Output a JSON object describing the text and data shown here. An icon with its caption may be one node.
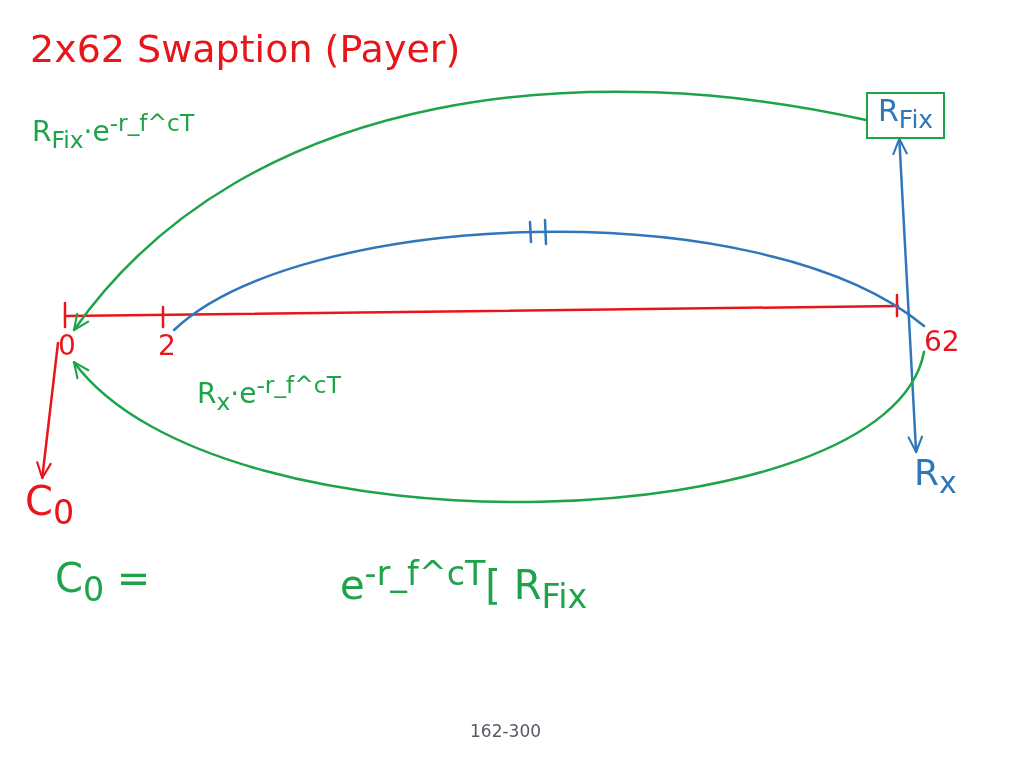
{
  "diagram": {
    "title": "2x62 Swaption (Payer)",
    "nodes": [
      {
        "text": [
          "R$_{Fix}$"
        ]
      },
      {
        "text": [
          "0"
        ]
      },
      {
        "text": [
          "2"
        ]
      },
      {
        "text": [
          "62"
        ]
      },
      {
        "text": [
          "C$_{0}$"
        ]
      },
      {
        "text": [
          "R$_{x}$"
        ]
      }
    ],
    "edges": [
      {
        "from": 0,
        "to": 1,
        "arrow": "to",
        "label": "R$_{Fix}$·e$^{-r_f^cT}$",
        "color": "#1fa34a"
      },
      {
        "from": 2,
        "to": 3,
        "arrow": "none",
        "color": "#2f77b9"
      },
      {
        "from": 1,
        "to": 4,
        "arrow": "to",
        "color": "#e8161b"
      },
      {
        "from": 5,
        "to": 0,
        "arrow": "both",
        "color": "#2f77b9"
      },
      {
        "from": 3,
        "to": 1,
        "arrow": "to",
        "label": "R$_{x}$·e$^{-r_f^cT}$",
        "color": "#1fa34a"
      }
    ],
    "labels": [
      "C$_{0}$ =",
      "e$^{-r_f^cT}$[ R$_{Fix}$",
      "162-300"
    ]
  }
}
